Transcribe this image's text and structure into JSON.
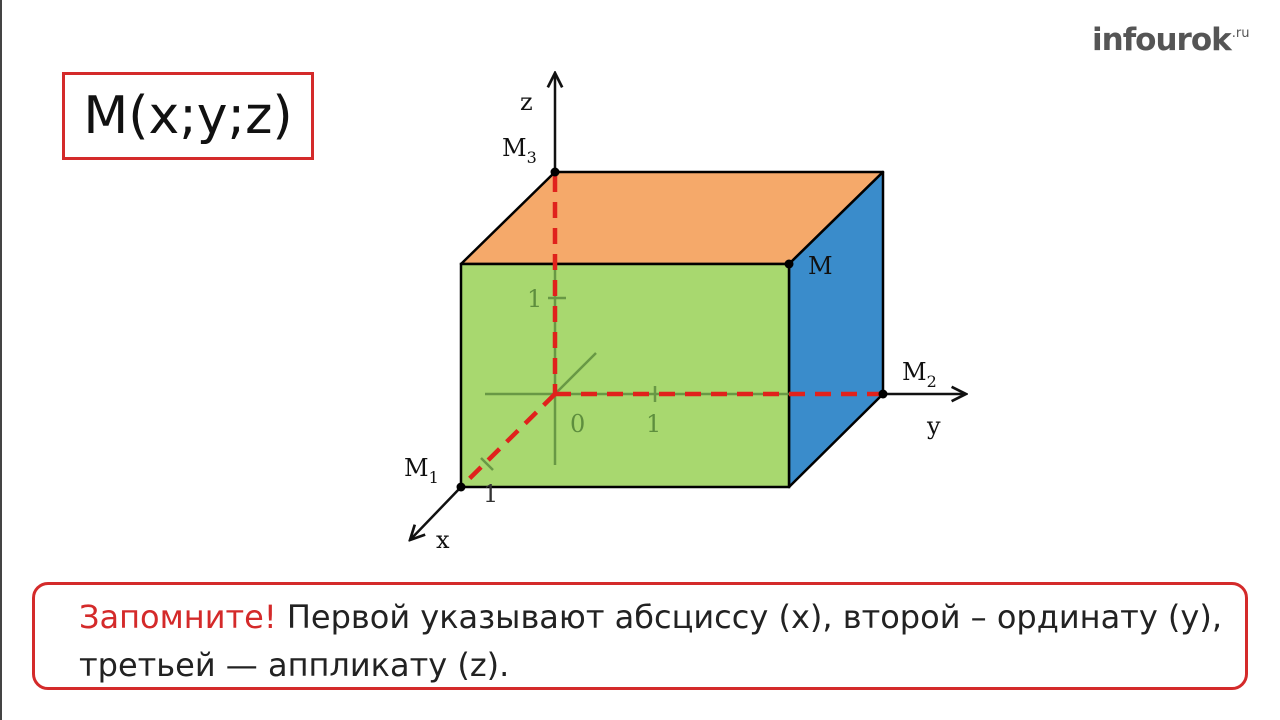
{
  "logo": {
    "text": "infourok",
    "suffix": ".ru"
  },
  "formula": "M(x;y;z)",
  "axes": {
    "x": "x",
    "y": "y",
    "z": "z",
    "origin": "0",
    "unit_y": "1",
    "unit_z": "1",
    "unit_x": "1"
  },
  "points": {
    "M": "M",
    "M1": {
      "base": "M",
      "sub": "1"
    },
    "M2": {
      "base": "M",
      "sub": "2"
    },
    "M3": {
      "base": "M",
      "sub": "3"
    }
  },
  "colors": {
    "accent_red": "#d42a2a",
    "front_face": "#a8d86f",
    "top_face": "#f5a96a",
    "side_face": "#3a8ccb",
    "dashed_projection": "#e0221c",
    "inner_axes": "#5e8e3e"
  },
  "note": {
    "highlight": "Запомните!",
    "text": " Первой указывают абсциссу (x), второй – ординату (y), третьей — аппликату (z)."
  }
}
